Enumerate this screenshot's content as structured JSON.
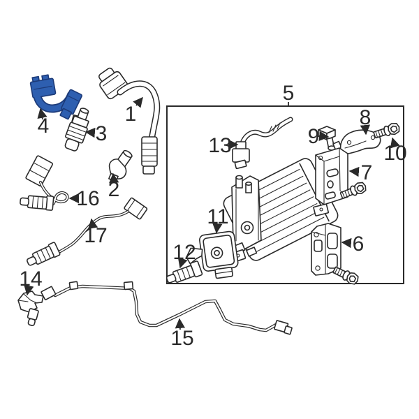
{
  "diagram": {
    "type": "parts-diagram",
    "background_color": "#ffffff",
    "line_color": "#2a2a2a",
    "highlight_fill": "#2e5fb0",
    "highlight_stroke": "#1c3a78",
    "callouts": [
      {
        "label": "1"
      },
      {
        "label": "2"
      },
      {
        "label": "3"
      },
      {
        "label": "4"
      },
      {
        "label": "5"
      },
      {
        "label": "6"
      },
      {
        "label": "7"
      },
      {
        "label": "8"
      },
      {
        "label": "9"
      },
      {
        "label": "10"
      },
      {
        "label": "11"
      },
      {
        "label": "12"
      },
      {
        "label": "13"
      },
      {
        "label": "14"
      },
      {
        "label": "15"
      },
      {
        "label": "16"
      },
      {
        "label": "17"
      }
    ]
  }
}
